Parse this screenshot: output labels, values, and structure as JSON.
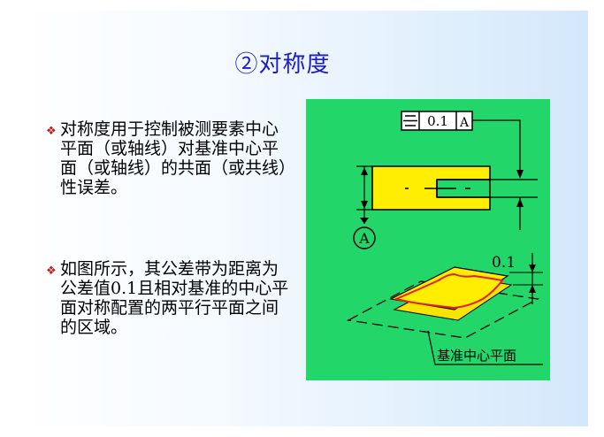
{
  "slide": {
    "title": "②对称度",
    "bullets": [
      {
        "icon": "diamond-bullet-icon",
        "text": "对称度用于控制被测要素中心平面（或轴线）对基准中心平面（或轴线）的共面（或共线）性误差。"
      },
      {
        "icon": "diamond-bullet-icon",
        "text": "如图所示，其公差带为距离为公差值0.1且相对基准的中心平面对称配置的两平行平面之间的区域。"
      }
    ]
  },
  "figure": {
    "background": "#22d66a",
    "frame": {
      "symbol_icon": "symmetry-symbol-icon",
      "tolerance": "0.1",
      "datum": "A"
    },
    "datum_label": "A",
    "zone_value": "0.1",
    "plane_label": "基准中心平面",
    "part_color": "#ffee00",
    "zone_color": "#ffee00",
    "zone_outline_color": "#e02020"
  }
}
